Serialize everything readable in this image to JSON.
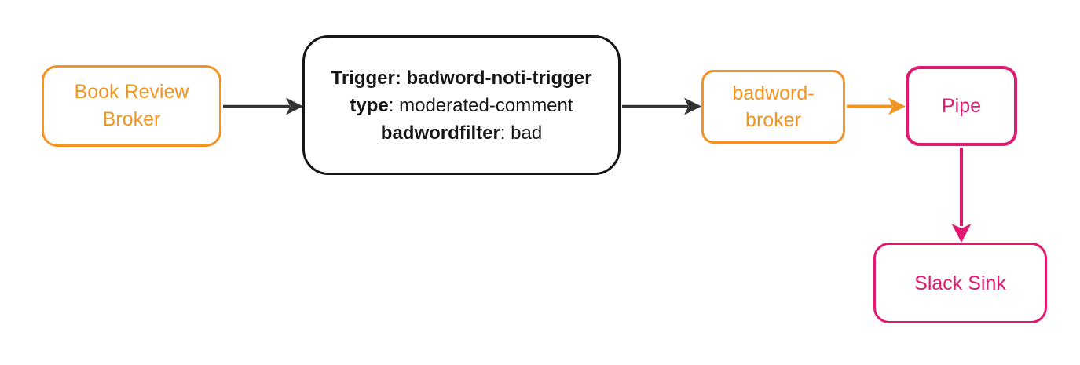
{
  "diagram": {
    "background": "#FFFFFF",
    "nodes": {
      "book_review_broker": {
        "lines": [
          "Book Review",
          "Broker"
        ],
        "color": "#F29422"
      },
      "trigger_filter": {
        "line1": "Trigger: badword-noti-trigger",
        "line2_key": "type",
        "line2_value": ": moderated-comment",
        "line3_key": "badwordfilter",
        "line3_value": ": bad",
        "color": "#161616"
      },
      "badword_broker": {
        "lines": [
          "badword-",
          "broker"
        ],
        "color": "#F29422"
      },
      "pipe": {
        "label": "Pipe",
        "color": "#E01A72"
      },
      "slack_sink": {
        "label": "Slack Sink",
        "color": "#E01A72"
      }
    },
    "edges": [
      {
        "from": "book-review-broker",
        "to": "trigger-filter",
        "color": "#333333"
      },
      {
        "from": "trigger-filter",
        "to": "badword-broker",
        "color": "#333333"
      },
      {
        "from": "badword-broker",
        "to": "pipe",
        "color": "#F29422"
      },
      {
        "from": "pipe",
        "to": "slack-sink",
        "color": "#E01A72"
      }
    ]
  }
}
